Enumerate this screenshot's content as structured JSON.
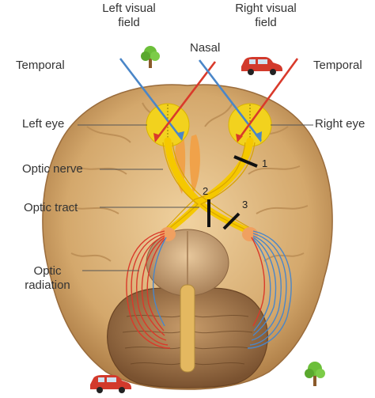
{
  "labels": {
    "left_visual_field": [
      "Left visual",
      "field"
    ],
    "right_visual_field": [
      "Right visual",
      "field"
    ],
    "nasal": "Nasal",
    "temporal_left": "Temporal",
    "temporal_right": "Temporal",
    "left_eye": "Left eye",
    "right_eye": "Right eye",
    "optic_nerve": "Optic nerve",
    "optic_tract": "Optic tract",
    "optic_radiation": [
      "Optic",
      "radiation"
    ],
    "lesion_1": "1",
    "lesion_2": "2",
    "lesion_3": "3"
  },
  "icons": {
    "tree_top": "tree-icon",
    "car_top": "car-icon",
    "tree_bottom": "tree-icon",
    "car_bottom": "car-icon"
  },
  "colors": {
    "left_field_ray": "#4a86c8",
    "right_field_ray": "#d93a2b",
    "brain": "#d8b37c",
    "brain_dark": "#a87a45",
    "eye": "#f2d21e",
    "pathway": "#f5c800",
    "lgn": "#f0a060",
    "tree_leaves": "#6cbf3a",
    "car": "#d23a2c",
    "lesion": "#111111"
  }
}
